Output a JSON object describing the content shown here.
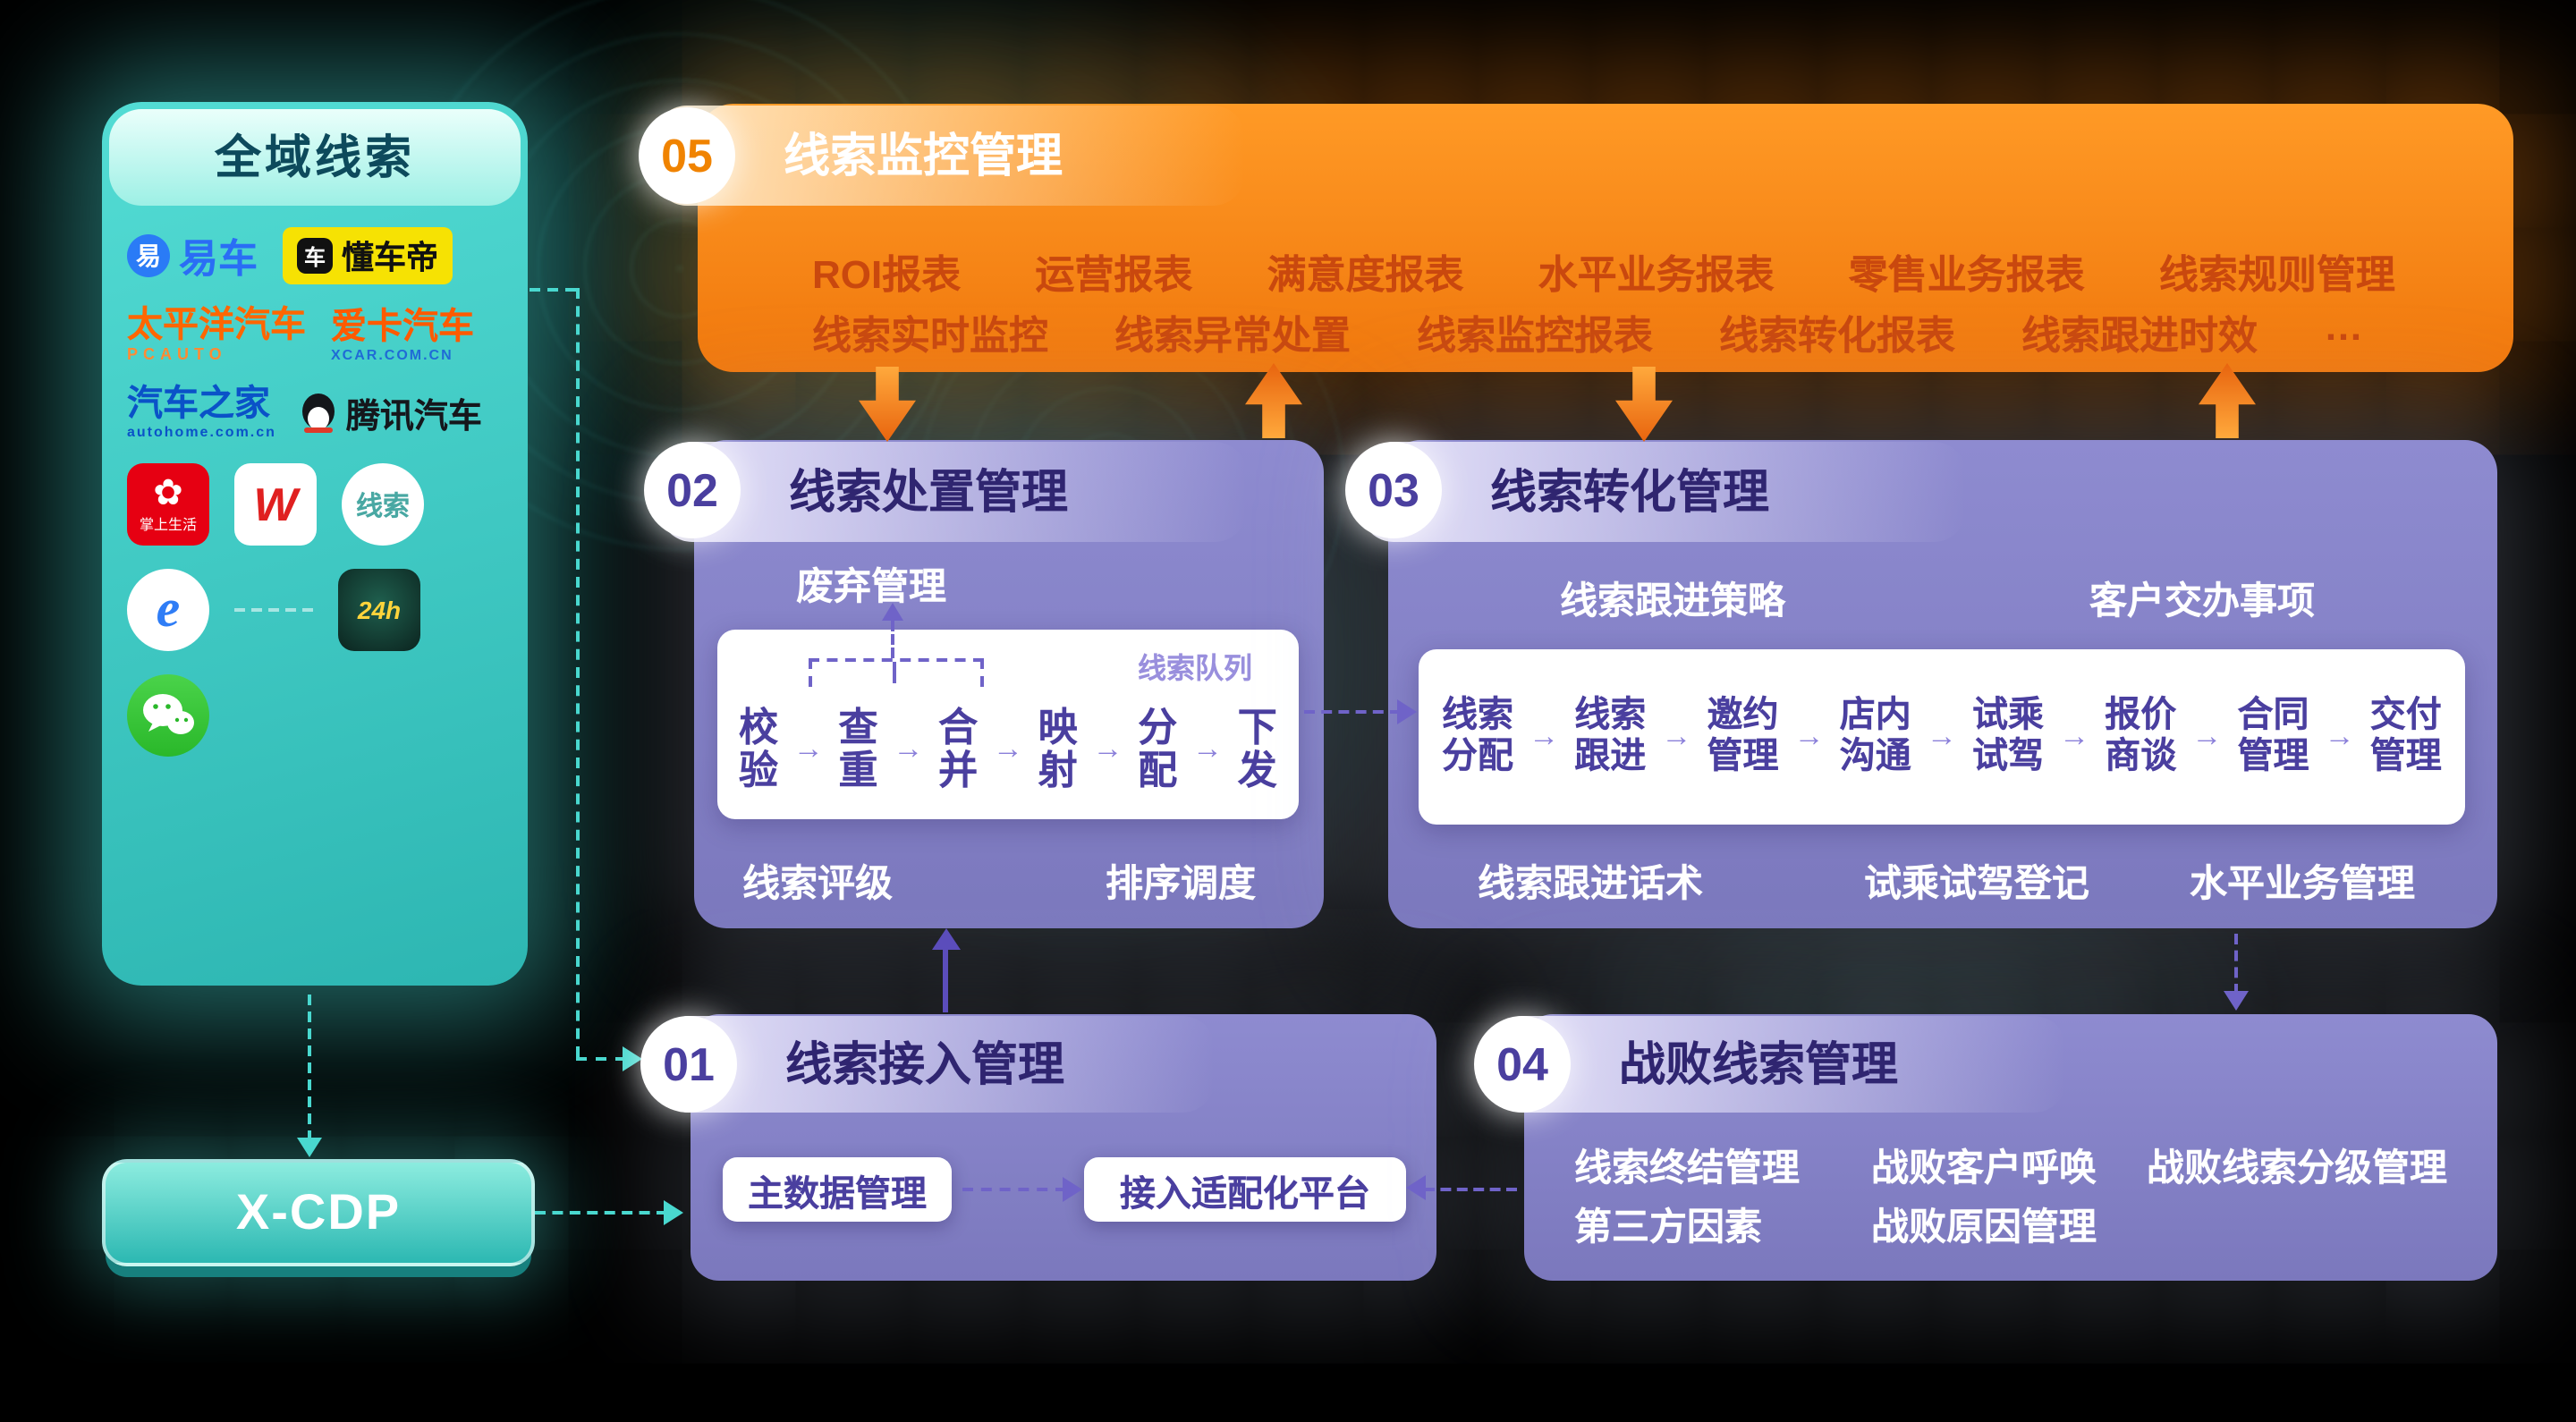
{
  "colors": {
    "background": "#000000",
    "teal_panel": "#35c9c3",
    "orange_banner": "#f5821f",
    "purple_box": "#8481c6",
    "flow_text": "#4a3f9f",
    "banner_item_text": "#c9480e",
    "white": "#ffffff"
  },
  "glyphs": {
    "flow_arrow": "→",
    "flower": "✿",
    "ellipsis": "…"
  },
  "left_panel": {
    "title": "全域线索",
    "brands": {
      "yiche": {
        "label": "易车",
        "icon": "易"
      },
      "dongchedi": {
        "label": "懂车帝",
        "icon": "车"
      },
      "pcauto": {
        "label": "太平洋汽车",
        "sub": "PCAUTO"
      },
      "xcar": {
        "label": "爱卡汽车",
        "sub": "XCAR.COM.CN"
      },
      "autohome": {
        "label": "汽车之家",
        "sub": "autohome.com.cn"
      },
      "tencent_auto": {
        "label": "腾讯汽车"
      },
      "zhangshang": {
        "label": "掌上生活"
      },
      "w_logo": {
        "label": "W"
      },
      "leads_badge": {
        "label": "线索"
      },
      "ie": {
        "label": "e"
      },
      "service_24h": {
        "label": "24h"
      }
    },
    "xcdp_label": "X-CDP"
  },
  "module05": {
    "number": "05",
    "title": "线索监控管理",
    "row1": [
      "ROI报表",
      "运营报表",
      "满意度报表",
      "水平业务报表",
      "零售业务报表",
      "线索规则管理"
    ],
    "row2": [
      "线索实时监控",
      "线索异常处置",
      "线索监控报表",
      "线索转化报表",
      "线索跟进时效",
      "…"
    ]
  },
  "module02": {
    "number": "02",
    "title": "线索处置管理",
    "top_label": "废弃管理",
    "queue_label": "线索队列",
    "flow": [
      "校验",
      "查重",
      "合并",
      "映射",
      "分配",
      "下发"
    ],
    "bottom_labels": [
      "线索评级",
      "排序调度"
    ]
  },
  "module03": {
    "number": "03",
    "title": "线索转化管理",
    "top_labels": [
      "线索跟进策略",
      "客户交办事项"
    ],
    "flow": [
      "线索分配",
      "线索跟进",
      "邀约管理",
      "店内沟通",
      "试乘试驾",
      "报价商谈",
      "合同管理",
      "交付管理"
    ],
    "bottom_labels": [
      "线索跟进话术",
      "试乘试驾登记",
      "水平业务管理"
    ]
  },
  "module01": {
    "number": "01",
    "title": "线索接入管理",
    "boxes": [
      "主数据管理",
      "接入适配化平台"
    ]
  },
  "module04": {
    "number": "04",
    "title": "战败线索管理",
    "row1": [
      "线索终结管理",
      "战败客户呼唤",
      "战败线索分级管理"
    ],
    "row2": [
      "第三方因素",
      "战败原因管理"
    ]
  }
}
